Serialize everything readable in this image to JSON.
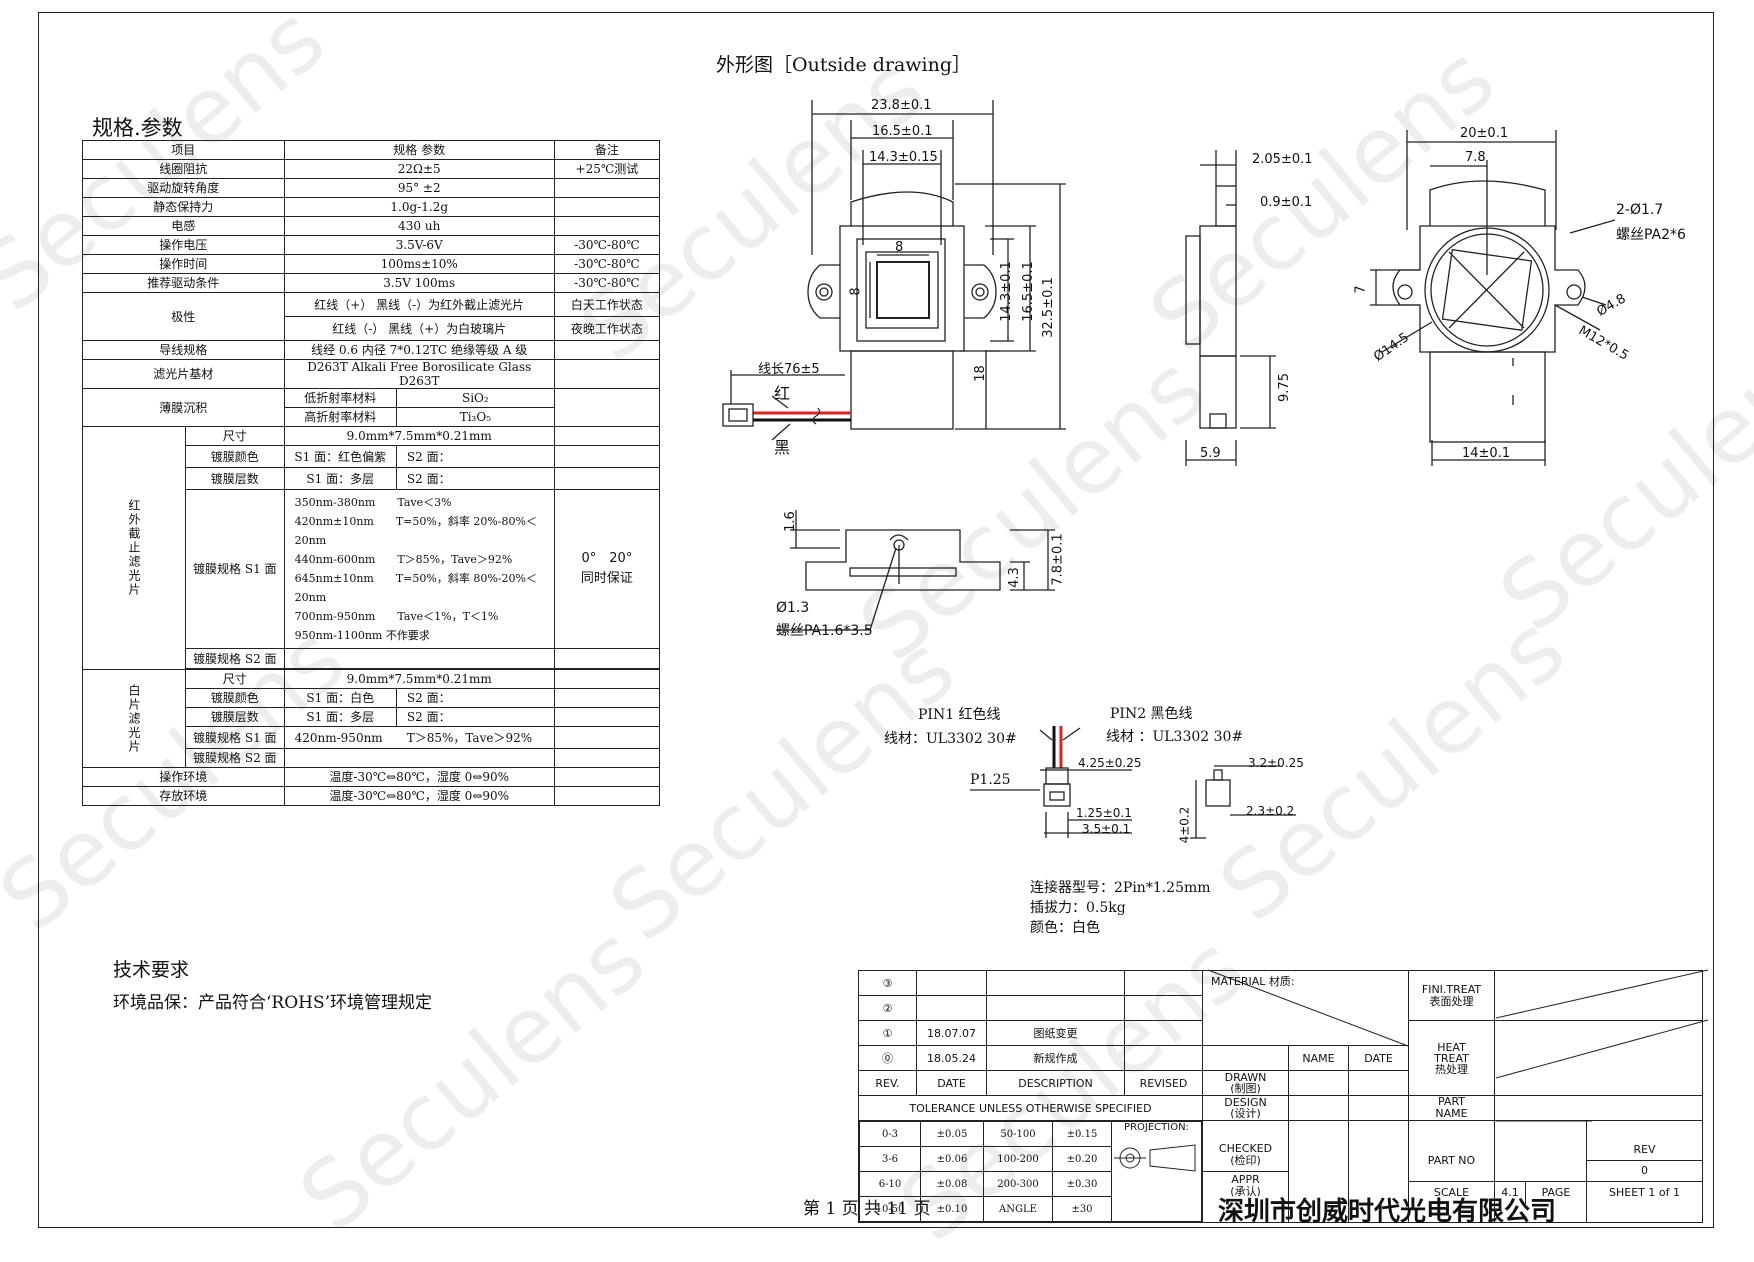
{
  "watermark": "Seculens",
  "header": {
    "title": "外形图［Outside drawing］"
  },
  "spec": {
    "title": "规格.参数",
    "col_headers": [
      "项目",
      "规格 参数",
      "备注"
    ],
    "rows_a": [
      [
        "线圈阻抗",
        "22Ω±5",
        "+25℃测试"
      ],
      [
        "驱动旋转角度",
        "95° ±2",
        ""
      ],
      [
        "静态保持力",
        "1.0g-1.2g",
        ""
      ],
      [
        "电感",
        "430 uh",
        ""
      ],
      [
        "操作电压",
        "3.5V-6V",
        "-30℃-80℃"
      ],
      [
        "操作时间",
        "100ms±10%",
        "-30℃-80℃"
      ],
      [
        "推荐驱动条件",
        "3.5V 100ms",
        "-30℃-80℃"
      ]
    ],
    "polarity": {
      "label": "极性",
      "line1": "红线（+） 黑线（-）为红外截止滤光片",
      "note1": "白天工作状态",
      "line2": "红线（-） 黑线（+）为白玻璃片",
      "note2": "夜晚工作状态"
    },
    "wire": [
      "导线规格",
      "线经 0.6 内径 7*0.12TC 绝缘等级 A 级"
    ],
    "substrate": [
      "滤光片基材",
      "D263T Alkali Free Borosilicate Glass D263T"
    ],
    "coating": {
      "label": "薄膜沉积",
      "low": "低折射率材料",
      "low_v": "SiO₂",
      "high": "高折射率材料",
      "high_v": "Ti₃O₅"
    },
    "ir": {
      "group": "红外截止滤光片",
      "size": [
        "尺寸",
        "9.0mm*7.5mm*0.21mm"
      ],
      "color": [
        "镀膜颜色",
        "S1 面：红色偏紫",
        "S2 面："
      ],
      "layers": [
        "镀膜层数",
        "S1 面：多层",
        "S2 面："
      ],
      "s1_label": "镀膜规格 S1 面",
      "s1_lines": [
        "350nm-380nm　　Tave＜3%",
        "420nm±10nm　　T=50%，斜率 20%-80%＜20nm",
        "440nm-600nm　　T＞85%，Tave＞92%",
        "645nm±10nm　　T=50%，斜率 80%-20%＜20nm",
        "700nm-950nm　　Tave＜1%，T＜1%",
        "950nm-1100nm 不作要求"
      ],
      "s1_note1": "0°　20°",
      "s1_note2": "同时保证",
      "s2_label": "镀膜规格 S2 面"
    },
    "white": {
      "group": "白片滤光片",
      "size": [
        "尺寸",
        "9.0mm*7.5mm*0.21mm"
      ],
      "color": [
        "镀膜颜色",
        "S1 面：白色",
        "S2 面："
      ],
      "layers": [
        "镀膜层数",
        "S1 面：多层",
        "S2 面："
      ],
      "s1": [
        "镀膜规格 S1 面",
        "420nm-950nm　　T＞85%，Tave＞92%"
      ],
      "s2_label": "镀膜规格 S2 面"
    },
    "env_op": [
      "操作环境",
      "温度-30℃⇔80℃，湿度 0⇔90%"
    ],
    "env_store": [
      "存放环境",
      "温度-30℃⇔80℃，湿度 0⇔90%"
    ]
  },
  "dims": {
    "front": [
      "23.8±0.1",
      "16.5±0.1",
      "14.3±0.15",
      "8",
      "8",
      "14.3±0.1",
      "16.5±0.1",
      "32.5±0.1",
      "18",
      "线长76±5",
      "红",
      "黑"
    ],
    "side": [
      "2.05±0.1",
      "0.9±0.1",
      "9.75",
      "5.9"
    ],
    "right": [
      "20±0.1",
      "7.8",
      "2-Ø1.7",
      "螺丝PA2*6",
      "7",
      "Ø4.8",
      "Ø14.5",
      "M12*0.5",
      "14±0.1"
    ],
    "bottom": [
      "1.6",
      "7.8±0.1",
      "4.3",
      "Ø1.3",
      "螺丝PA1.6*3.5"
    ],
    "connector": [
      "PIN1 红色线",
      "线材：UL3302 30#",
      "PIN2 黑色线",
      "线材 ：UL3302 30#",
      "P1.25",
      "4.25±0.25",
      "1.25±0.1",
      "3.5±0.1",
      "3.2±0.25",
      "2.3±0.2",
      "4±0.2"
    ],
    "connector_notes": [
      "连接器型号：2Pin*1.25mm",
      "插拔力：0.5kg",
      "颜色：白色"
    ]
  },
  "tech": {
    "title": "技术要求",
    "line": "环境品保：产品符合‘ROHS’环境管理规定"
  },
  "titleblock": {
    "rev_rows": [
      [
        "③",
        "",
        "",
        ""
      ],
      [
        "②",
        "",
        "",
        ""
      ],
      [
        "①",
        "18.07.07",
        "图纸变更",
        ""
      ],
      [
        "⓪",
        "18.05.24",
        "新规作成",
        ""
      ]
    ],
    "rev_headers": [
      "REV.",
      "DATE",
      "DESCRIPTION",
      "REVISED"
    ],
    "tolerance_title": "TOLERANCE UNLESS OTHERWISE SPECIFIED",
    "tol": [
      [
        "0-3",
        "±0.05",
        "50-100",
        "±0.15"
      ],
      [
        "3-6",
        "±0.06",
        "100-200",
        "±0.20"
      ],
      [
        "6-10",
        "±0.08",
        "200-300",
        "±0.30"
      ],
      [
        "10-50",
        "±0.10",
        "ANGLE",
        "±30"
      ]
    ],
    "projection": "PROJECTION:",
    "material": "MATERIAL 材质:",
    "name": "NAME",
    "date": "DATE",
    "drawn": "DRAWN\n(制图)",
    "design": "DESIGN\n(设计)",
    "checked": "CHECKED\n(检印)",
    "appr": "APPR\n(承认)",
    "fini": "FINI.TREAT\n表面处理",
    "heat": "HEAT\nTREAT\n热处理",
    "part_name": "PART\nNAME",
    "part_no": "PART NO",
    "rev": "REV",
    "rev_v": "0",
    "scale": "SCALE",
    "scale_v": "4.1",
    "page": "PAGE",
    "sheet": "SHEET 1 of 1"
  },
  "footer": {
    "page": "第 1 页 共 11 页",
    "company": "深圳市创威时代光电有限公司"
  }
}
